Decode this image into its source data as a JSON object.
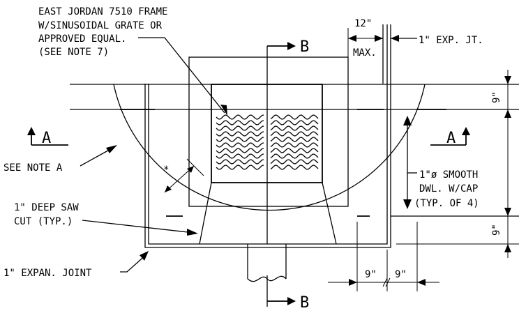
{
  "notes": {
    "frame_line1": "EAST JORDAN 7510 FRAME",
    "frame_line2": "W/SINUSOIDAL GRATE OR",
    "frame_line3": "APPROVED EQUAL.",
    "frame_line4": "(SEE NOTE 7)",
    "see_note_a": "SEE NOTE A",
    "saw_cut_line1": "1\" DEEP SAW",
    "saw_cut_line2": "CUT (TYP.)",
    "expan_joint": "1\" EXPAN. JOINT",
    "dowel_line1": "1\"ø SMOOTH",
    "dowel_line2": "DWL. W/CAP",
    "dowel_line3": "(TYP. OF 4)",
    "exp_jt": "1\" EXP. JT.",
    "asterisk": "*"
  },
  "sections": {
    "a_left": "A",
    "a_right": "A",
    "b_top": "B",
    "b_bottom": "B"
  },
  "dimensions": {
    "top_12": "12\"",
    "top_max": "MAX.",
    "right_9_top": "9\"",
    "right_9_bottom": "9\"",
    "bottom_9_left": "9\"",
    "bottom_9_right": "9\""
  }
}
